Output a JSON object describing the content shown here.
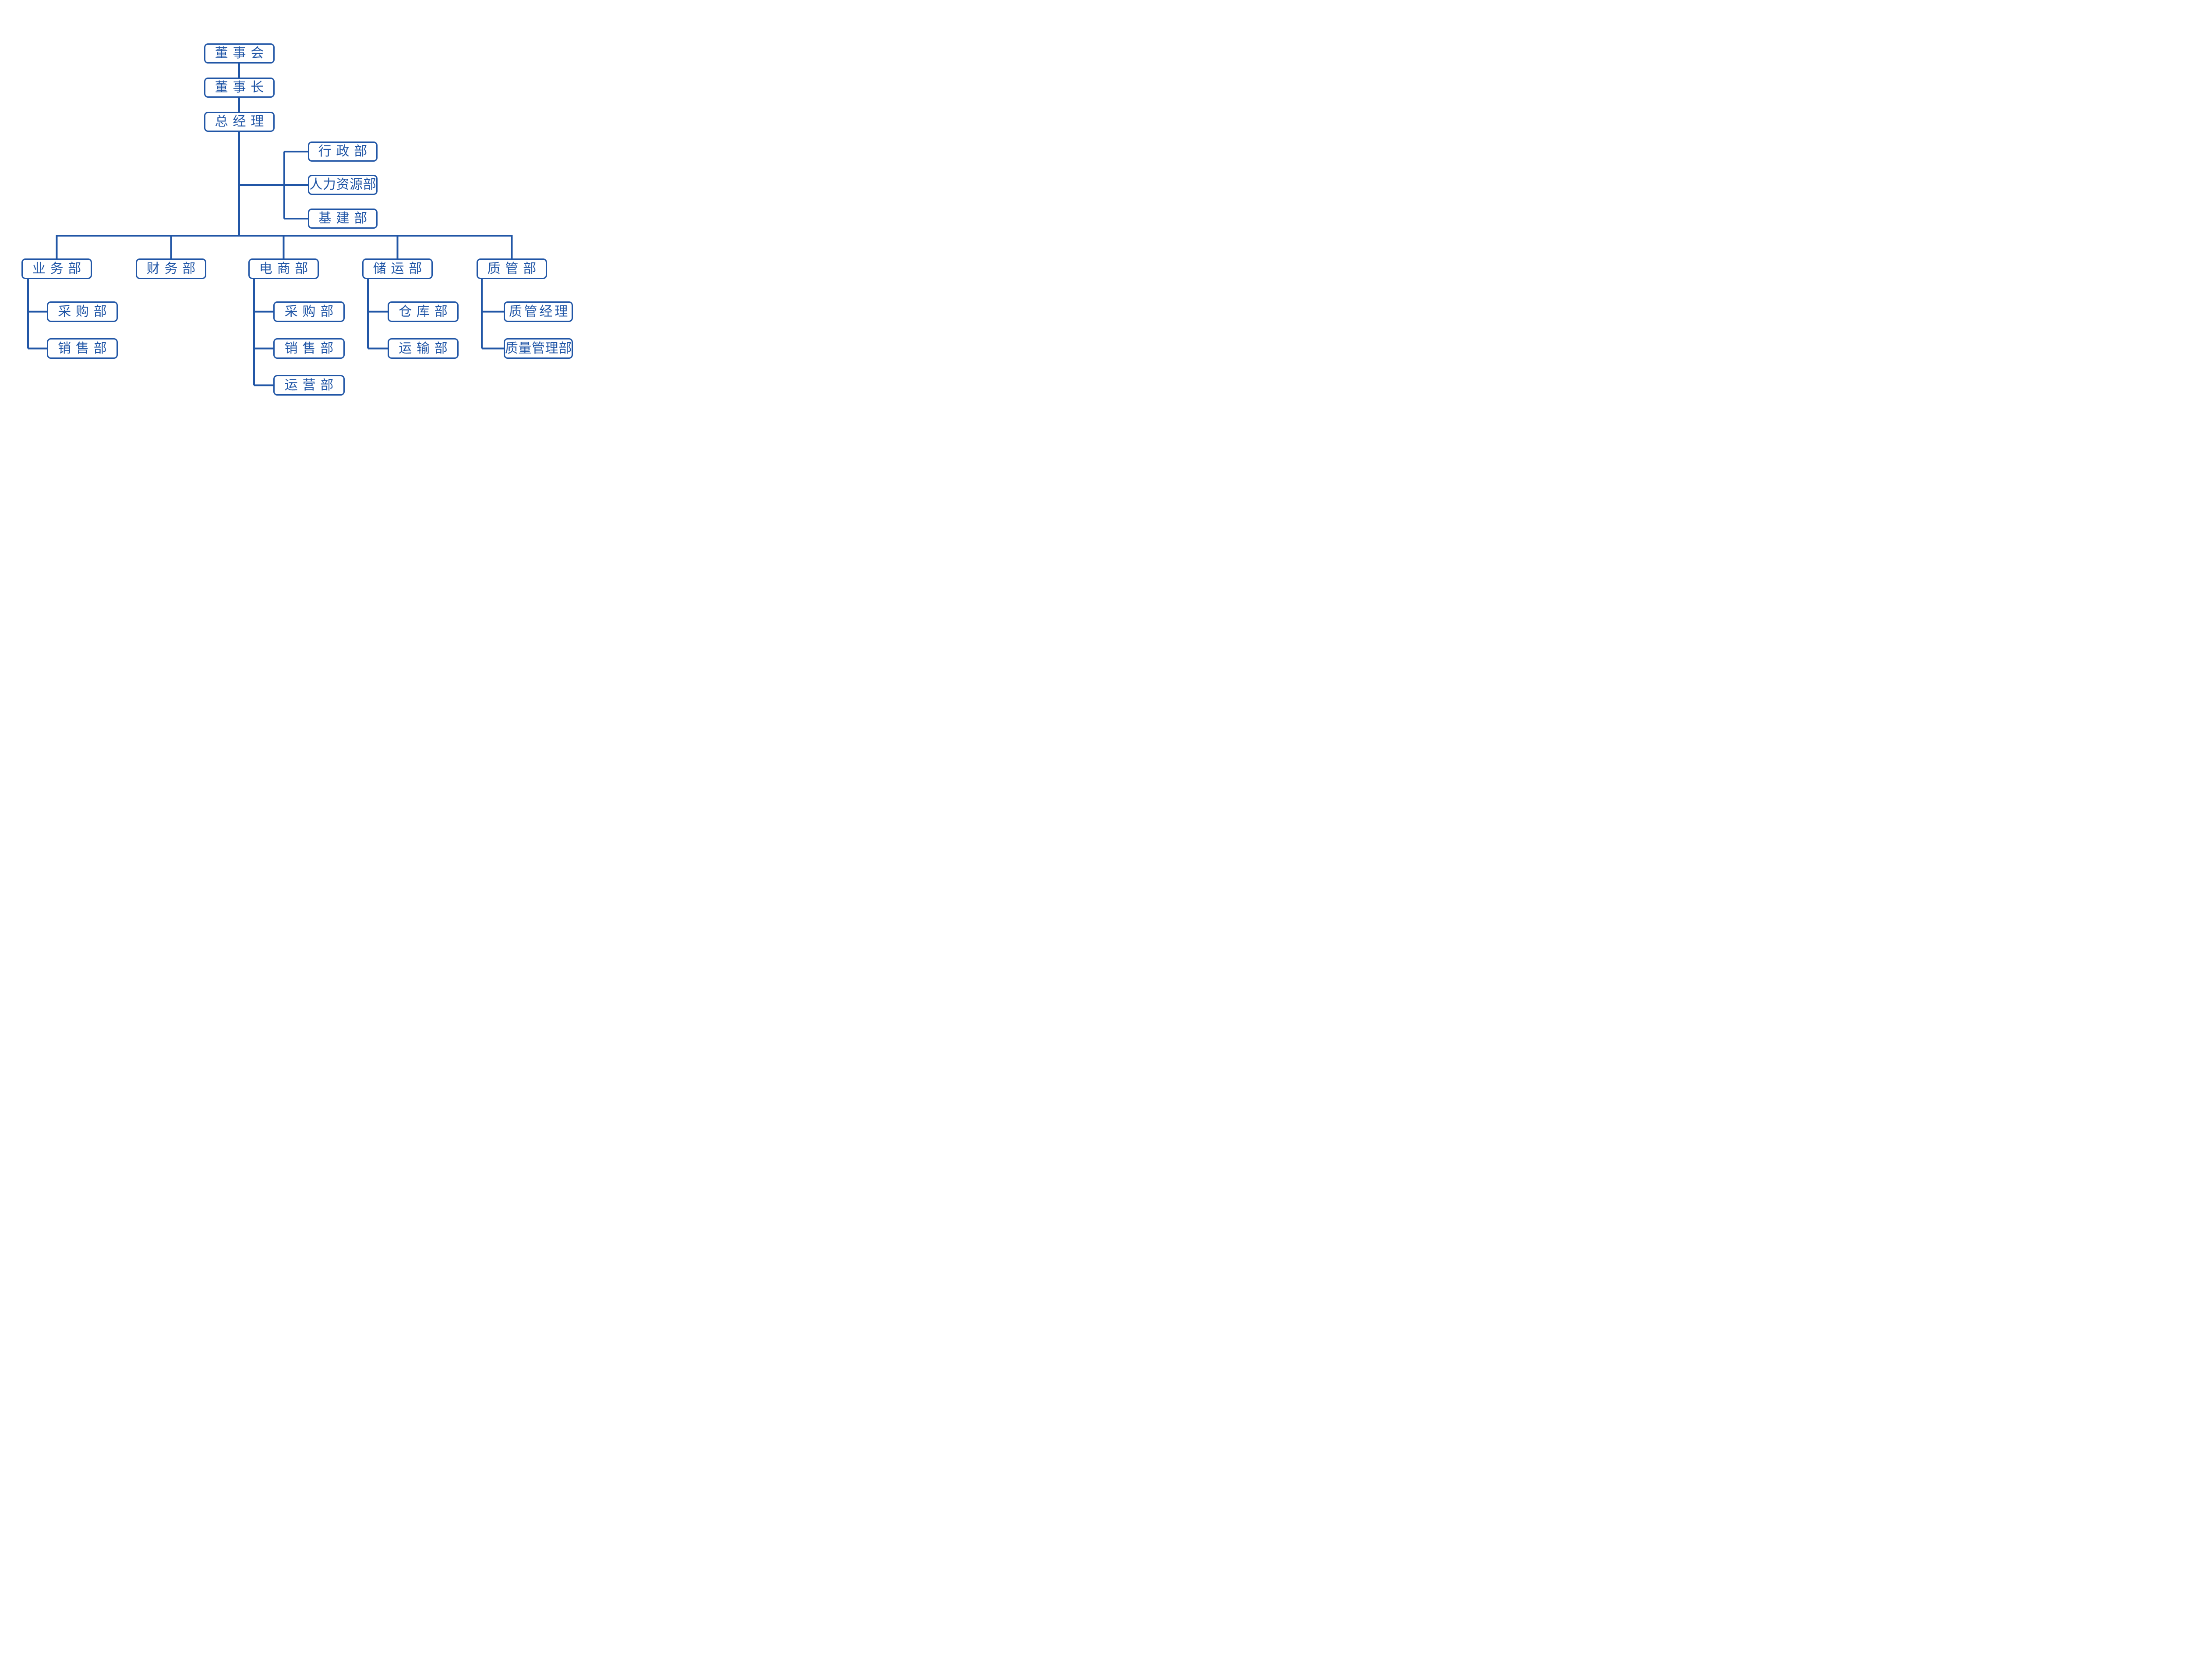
{
  "org_chart": {
    "title": "",
    "accent_color": "#2156a6",
    "background_color": "#ffffff",
    "nodes": [
      {
        "label": "董事会",
        "parent": null
      },
      {
        "label": "董事长",
        "parent": "董事会"
      },
      {
        "label": "总经理",
        "parent": "董事长"
      },
      {
        "label": "行政部",
        "parent": "总经理"
      },
      {
        "label": "人力资源部",
        "parent": "总经理"
      },
      {
        "label": "基建部",
        "parent": "总经理"
      },
      {
        "label": "业务部",
        "parent": "总经理"
      },
      {
        "label": "财务部",
        "parent": "总经理"
      },
      {
        "label": "电商部",
        "parent": "总经理"
      },
      {
        "label": "储运部",
        "parent": "总经理"
      },
      {
        "label": "质管部",
        "parent": "总经理"
      },
      {
        "label": "采购部",
        "parent": "业务部"
      },
      {
        "label": "销售部",
        "parent": "业务部"
      },
      {
        "label": "采购部",
        "parent": "电商部"
      },
      {
        "label": "销售部",
        "parent": "电商部"
      },
      {
        "label": "运营部",
        "parent": "电商部"
      },
      {
        "label": "仓库部",
        "parent": "储运部"
      },
      {
        "label": "运输部",
        "parent": "储运部"
      },
      {
        "label": "质管经理",
        "parent": "质管部"
      },
      {
        "label": "质量管理部",
        "parent": "质管部"
      }
    ]
  }
}
